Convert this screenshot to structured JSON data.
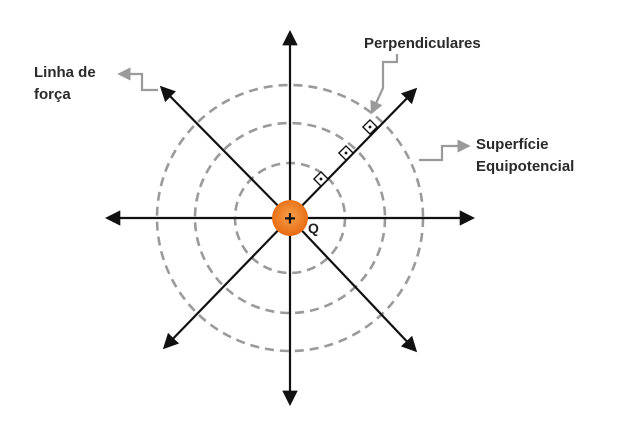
{
  "labels": {
    "field_line": [
      "Linha de",
      "força"
    ],
    "perpendicular": "Perpendiculares",
    "equipotential": [
      "Superfície",
      "Equipotencial"
    ],
    "charge_name": "Q",
    "charge_sign": "+"
  },
  "equipotential_rings": 3,
  "field_lines": 8,
  "colors": {
    "charge": "#f07a1a",
    "charge_glow": "#f5a04a",
    "field_line": "#111111",
    "equipotential": "#9a9a9a",
    "callout": "#9a9a9a",
    "text": "#2a2a2a"
  }
}
